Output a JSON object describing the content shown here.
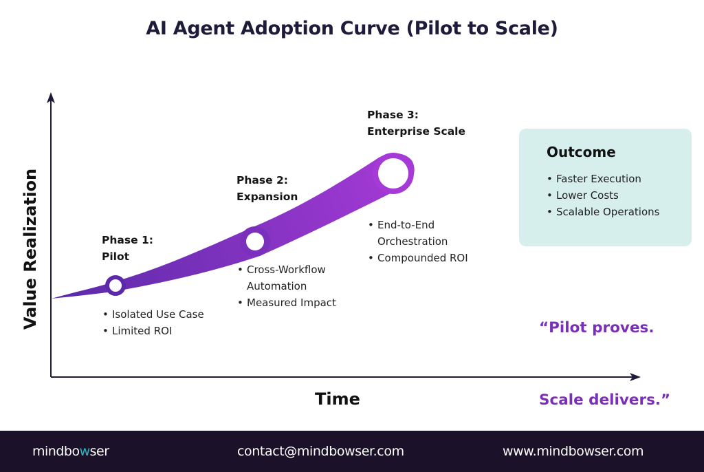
{
  "title": "AI Agent Adoption Curve (Pilot to Scale)",
  "axes": {
    "y_label": "Value Realization",
    "x_label": "Time"
  },
  "phases": [
    {
      "title_line1": "Phase 1:",
      "title_line2": "Pilot",
      "bullets": [
        "Isolated Use Case",
        "Limited ROI"
      ]
    },
    {
      "title_line1": "Phase 2:",
      "title_line2": "Expansion",
      "bullets": [
        "Cross-Workflow",
        "Automation",
        "Measured Impact"
      ]
    },
    {
      "title_line1": "Phase 3:",
      "title_line2": "Enterprise Scale",
      "bullets": [
        "End-to-End",
        "Orchestration",
        "Compounded ROI"
      ]
    }
  ],
  "outcome": {
    "title": "Outcome",
    "bullets": [
      "Faster Execution",
      "Lower Costs",
      "Scalable Operations"
    ]
  },
  "quote": {
    "line1": "“Pilot proves.",
    "line2": "Scale delivers.”"
  },
  "footer": {
    "brand_prefix": "mindbo",
    "brand_accent": "w",
    "brand_suffix": "ser",
    "email": "contact@mindbowser.com",
    "website": "www.mindbowser.com"
  },
  "colors": {
    "curve_start": "#5a2aa8",
    "curve_end": "#a63ad6",
    "axis": "#1e1a3a",
    "outcome_bg": "#d6efed",
    "quote": "#7a30b6",
    "footer_bg": "#1b1229",
    "brand_accent": "#2ab7c4"
  }
}
